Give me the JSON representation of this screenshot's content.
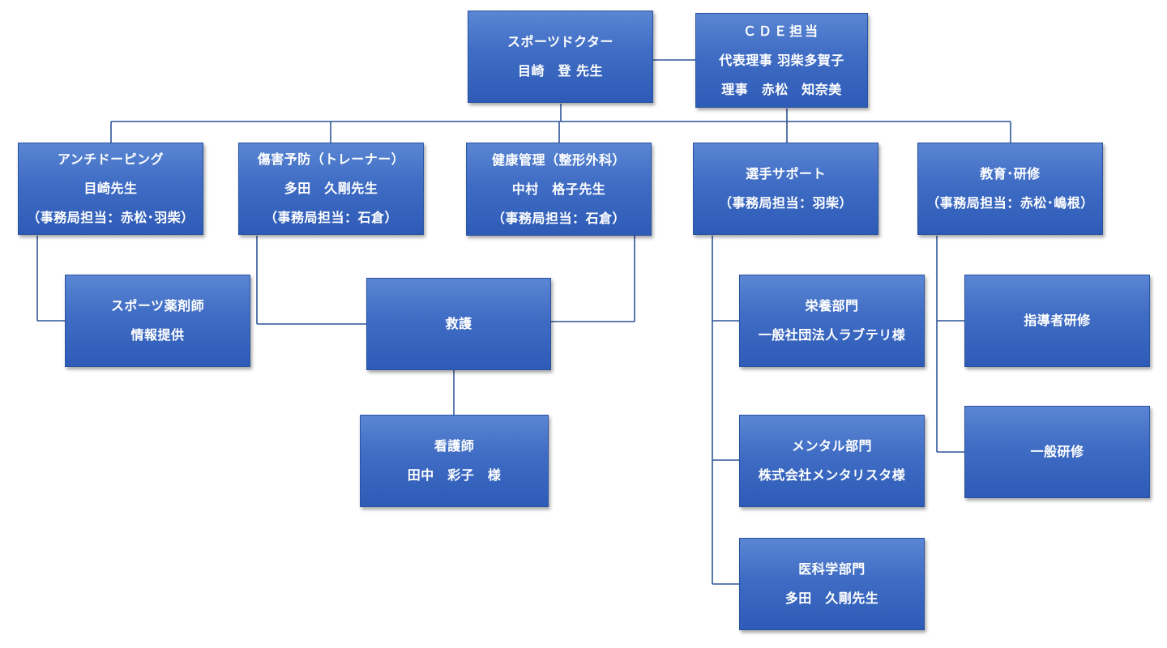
{
  "boxes": {
    "sports_doctor": {
      "title": "スポーツドクター",
      "name": "目崎　登 先生"
    },
    "cde": {
      "title": "ＣＤＥ担当",
      "line1": "代表理事 羽柴多賀子",
      "line2": "理事　赤松　知奈美"
    },
    "anti_doping": {
      "title": "アンチドーピング",
      "name": "目崎先生",
      "staff": "（事務局担当：赤松･羽柴）"
    },
    "injury_prevention": {
      "title": "傷害予防（トレーナー）",
      "name": "多田　久剛先生",
      "staff": "（事務局担当：石倉）"
    },
    "health": {
      "title": "健康管理（整形外科）",
      "name": "中村　格子先生",
      "staff": "（事務局担当：石倉）"
    },
    "athlete_support": {
      "title": "選手サポート",
      "staff": "（事務局担当：羽柴）"
    },
    "education": {
      "title": "教育･研修",
      "staff": "（事務局担当：赤松･嶋根）"
    },
    "pharmacist": {
      "title": "スポーツ薬剤師",
      "sub": "情報提供"
    },
    "rescue": {
      "title": "救護"
    },
    "nurse": {
      "title": "看護師",
      "name": "田中　彩子　様"
    },
    "nutrition": {
      "title": "栄養部門",
      "sub": "一般社団法人ラブテリ様"
    },
    "mental": {
      "title": "メンタル部門",
      "sub": "株式会社メンタリスタ様"
    },
    "medical_science": {
      "title": "医科学部門",
      "name": "多田　久剛先生"
    },
    "coach_training": {
      "title": "指導者研修"
    },
    "general_training": {
      "title": "一般研修"
    }
  }
}
